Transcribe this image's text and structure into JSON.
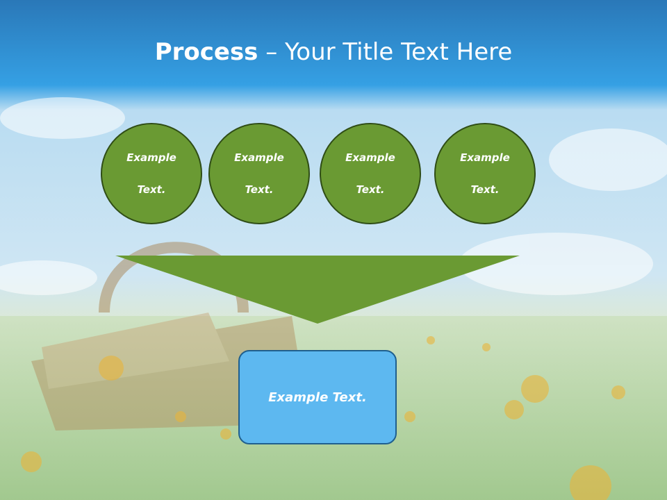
{
  "title": {
    "bold": "Process",
    "rest": " – Your Title Text Here"
  },
  "steps": [
    {
      "line1": "Example",
      "line2": "Text."
    },
    {
      "line1": "Example",
      "line2": "Text."
    },
    {
      "line1": "Example",
      "line2": "Text."
    },
    {
      "line1": "Example",
      "line2": "Text."
    }
  ],
  "result": {
    "label": "Example Text."
  },
  "colors": {
    "step_fill": "#6a9a33",
    "step_border": "#2f4d16",
    "funnel_fill": "#6a9a33",
    "result_fill": "#5db8f0",
    "result_border": "#1f5f8e",
    "sky_top": "#1e7fc8"
  }
}
